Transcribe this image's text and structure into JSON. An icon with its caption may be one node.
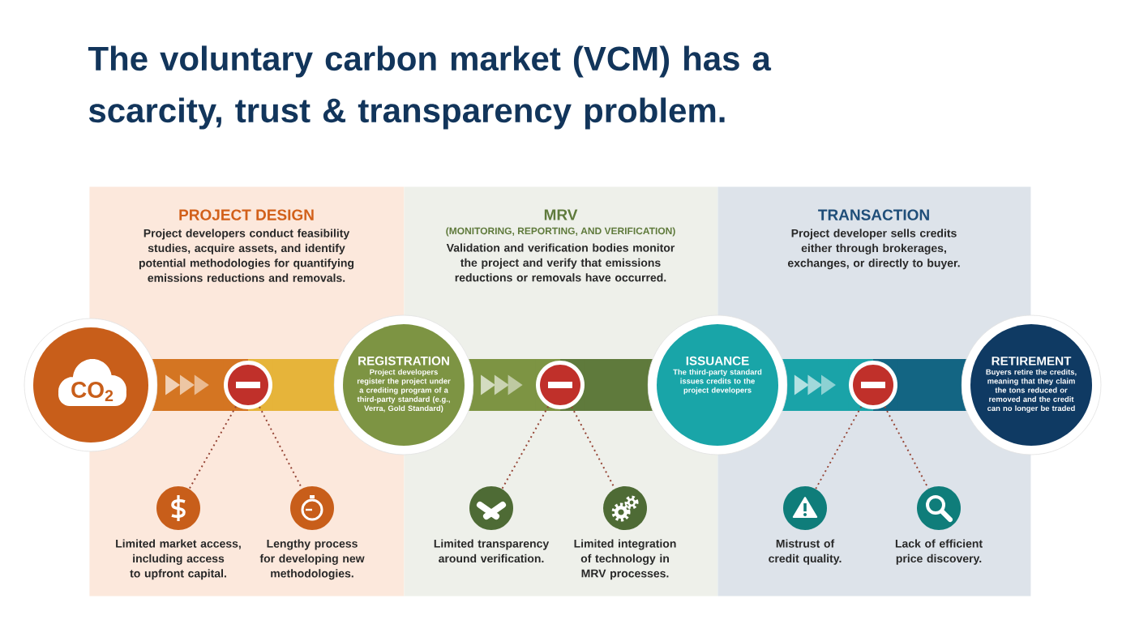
{
  "diagram": {
    "title": "The voluntary carbon market (VCM) has a scarcity, trust & transparency problem.",
    "nodes": [
      {
        "text": [
          "PROJECT DESIGN",
          "Project developers conduct feasibility studies, acquire assets, and identify potential methodologies for quantifying emissions reductions and removals."
        ]
      },
      {
        "text": [
          "MRV",
          "(MONITORING, REPORTING, AND VERIFICATION)",
          "Validation and verification bodies monitor the project and verify that emissions reductions or removals have occurred."
        ]
      },
      {
        "text": [
          "TRANSACTION",
          "Project developer sells credits either through brokerages, exchanges, or directly to buyer."
        ]
      },
      {
        "text": [
          "CO$_{2}$"
        ]
      },
      {
        "text": [],
        "shape": "circle",
        "in": 0
      },
      {
        "text": [
          "REGISTRATION",
          "Project developers register the project under a crediting program of a third-party standard (e.g., Verra, Gold Standard)"
        ]
      },
      {
        "text": [],
        "shape": "circle",
        "in": 1
      },
      {
        "text": [
          "ISSUANCE",
          "The third-party standard issues credits to the project developers"
        ]
      },
      {
        "text": [],
        "shape": "circle",
        "in": 2
      },
      {
        "text": [
          "RETIREMENT",
          "Buyers retire the credits, meaning that they claim the tons reduced or removed and the credit can no longer be traded"
        ]
      },
      {
        "text": [],
        "shape": "circle",
        "in": 0,
        "beside": [
          "Limited market access, including access to upfront capital."
        ]
      },
      {
        "text": [],
        "shape": "circle",
        "in": 0,
        "beside": [
          "Lengthy process for developing new methodologies."
        ]
      },
      {
        "text": [],
        "shape": "circle",
        "in": 1,
        "beside": [
          "Limited transparency around verification."
        ]
      },
      {
        "text": [],
        "shape": "circle",
        "in": 1,
        "beside": [
          "Limited integration of technology in MRV processes."
        ]
      },
      {
        "text": [],
        "shape": "circle",
        "in": 2,
        "beside": [
          "Mistrust of credit quality."
        ]
      },
      {
        "text": [],
        "shape": "circle",
        "in": 2,
        "beside": [
          "Lack of efficient price discovery."
        ]
      }
    ],
    "edges": [
      {
        "from": 3,
        "to": 4,
        "arrow": "to",
        "style": "thick",
        "color": "#d47522"
      },
      {
        "from": 4,
        "to": 5,
        "arrow": "none",
        "style": "thick",
        "color": "#e6b43a"
      },
      {
        "from": 5,
        "to": 6,
        "arrow": "to",
        "style": "thick",
        "color": "#7d9443"
      },
      {
        "from": 6,
        "to": 7,
        "arrow": "none",
        "style": "thick",
        "color": "#5f7a3c"
      },
      {
        "from": 7,
        "to": 8,
        "arrow": "to",
        "style": "thick",
        "color": "#1aa3a8"
      },
      {
        "from": 8,
        "to": 9,
        "arrow": "none",
        "style": "thick",
        "color": "#136583"
      },
      {
        "from": 4,
        "to": 10,
        "arrow": "none",
        "style": "dashed"
      },
      {
        "from": 4,
        "to": 11,
        "arrow": "none",
        "style": "dashed"
      },
      {
        "from": 6,
        "to": 12,
        "arrow": "none",
        "style": "dashed"
      },
      {
        "from": 6,
        "to": 13,
        "arrow": "none",
        "style": "dashed"
      },
      {
        "from": 8,
        "to": 14,
        "arrow": "none",
        "style": "dashed"
      },
      {
        "from": 8,
        "to": 15,
        "arrow": "none",
        "style": "dashed"
      }
    ]
  }
}
